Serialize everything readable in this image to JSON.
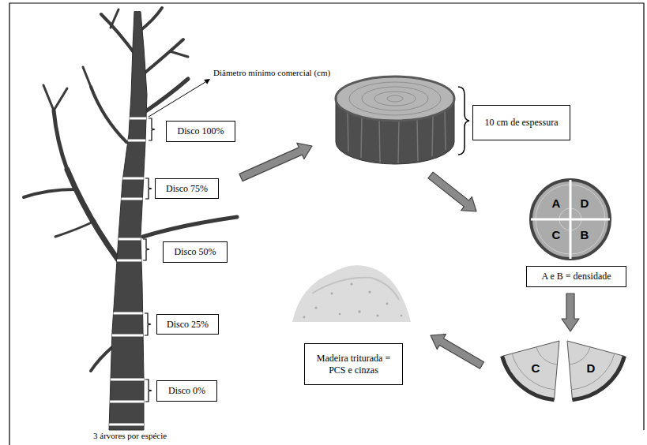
{
  "diagram": {
    "nodes": [
      {
        "text": [
          "Disco 100%"
        ]
      },
      {
        "text": [
          "Disco 75%"
        ]
      },
      {
        "text": [
          "Disco 50%"
        ]
      },
      {
        "text": [
          "Disco 25%"
        ]
      },
      {
        "text": [
          "Disco 0%"
        ]
      },
      {
        "text": [
          "10 cm de espessura"
        ]
      },
      {
        "text": [
          "A e B = densidade"
        ]
      },
      {
        "text": [
          "Madeira triturada = PCS e cinzas"
        ]
      }
    ],
    "labels": [
      "Diâmetro mínimo comercial (cm)",
      "3 árvores por espécie",
      "A",
      "D",
      "C",
      "B",
      "C",
      "D"
    ]
  }
}
